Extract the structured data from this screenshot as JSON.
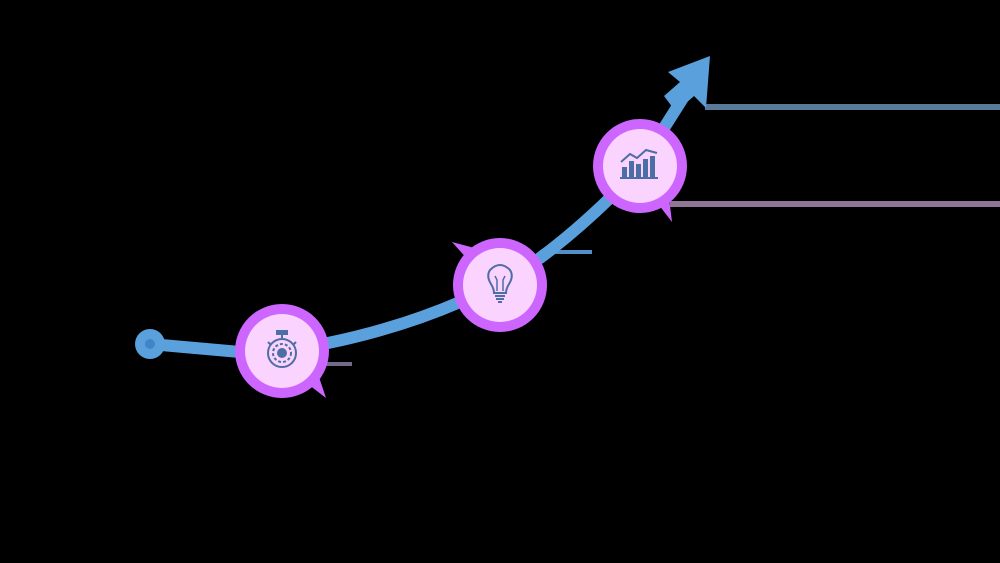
{
  "colors": {
    "background": "#000000",
    "path": "#5aa0dc",
    "guide_line_1": "#6a8fb6",
    "guide_line_2": "#a88ab0",
    "guide_line_3": "#8a7aa6",
    "guide_line_4": "#5aa0dc",
    "node_ring": "#cc66ff",
    "node_fill": "#fbd3ff",
    "icon": "#4d6ea5"
  },
  "nodes": [
    {
      "id": "node-1",
      "icon": "stopwatch-gear-icon"
    },
    {
      "id": "node-2",
      "icon": "lightbulb-icon"
    },
    {
      "id": "node-3",
      "icon": "bar-chart-trend-icon"
    }
  ],
  "start_marker": {
    "icon": "start-circle-icon"
  },
  "end_marker": {
    "icon": "arrowhead-icon"
  }
}
